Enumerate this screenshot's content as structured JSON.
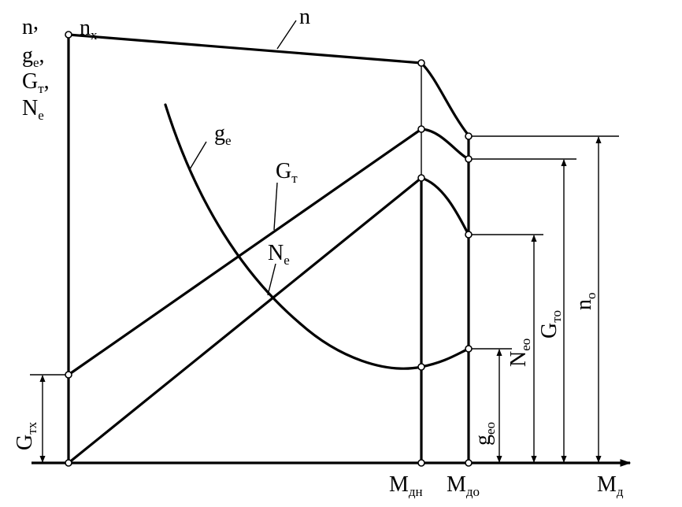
{
  "chart_data": {
    "type": "line",
    "title": "",
    "x_axis_label": {
      "main": "M",
      "sub": "д"
    },
    "y_axis_label_lines": [
      {
        "main": "n",
        "sub": "",
        "suffix": ","
      },
      {
        "main": "g",
        "sub": "e",
        "suffix": ","
      },
      {
        "main": "G",
        "sub": "т",
        "suffix": ","
      },
      {
        "main": "N",
        "sub": "e",
        "suffix": ""
      }
    ],
    "x_ticks": [
      {
        "key": "Mdn",
        "main": "M",
        "sub": "дн"
      },
      {
        "key": "Mdo",
        "main": "M",
        "sub": "до"
      }
    ],
    "series": [
      {
        "key": "n",
        "label": {
          "main": "n",
          "sub": ""
        }
      },
      {
        "key": "ge",
        "label": {
          "main": "g",
          "sub": "e"
        }
      },
      {
        "key": "Gt",
        "label": {
          "main": "G",
          "sub": "т"
        }
      },
      {
        "key": "Ne",
        "label": {
          "main": "N",
          "sub": "e"
        }
      }
    ],
    "point_labels": [
      {
        "key": "nx",
        "main": "n",
        "sub": "x"
      },
      {
        "key": "Gtx",
        "main": "G",
        "sub": "тх"
      }
    ],
    "dimension_labels": [
      {
        "key": "geo",
        "main": "g",
        "sub": "eo"
      },
      {
        "key": "Neo",
        "main": "N",
        "sub": "eo"
      },
      {
        "key": "Gto",
        "main": "G",
        "sub": "то"
      },
      {
        "key": "no",
        "main": "n",
        "sub": "o"
      }
    ],
    "grid": false,
    "legend": "none",
    "style": {
      "line_color": "#000000",
      "background": "#ffffff",
      "marker_fill": "#ffffff"
    }
  }
}
